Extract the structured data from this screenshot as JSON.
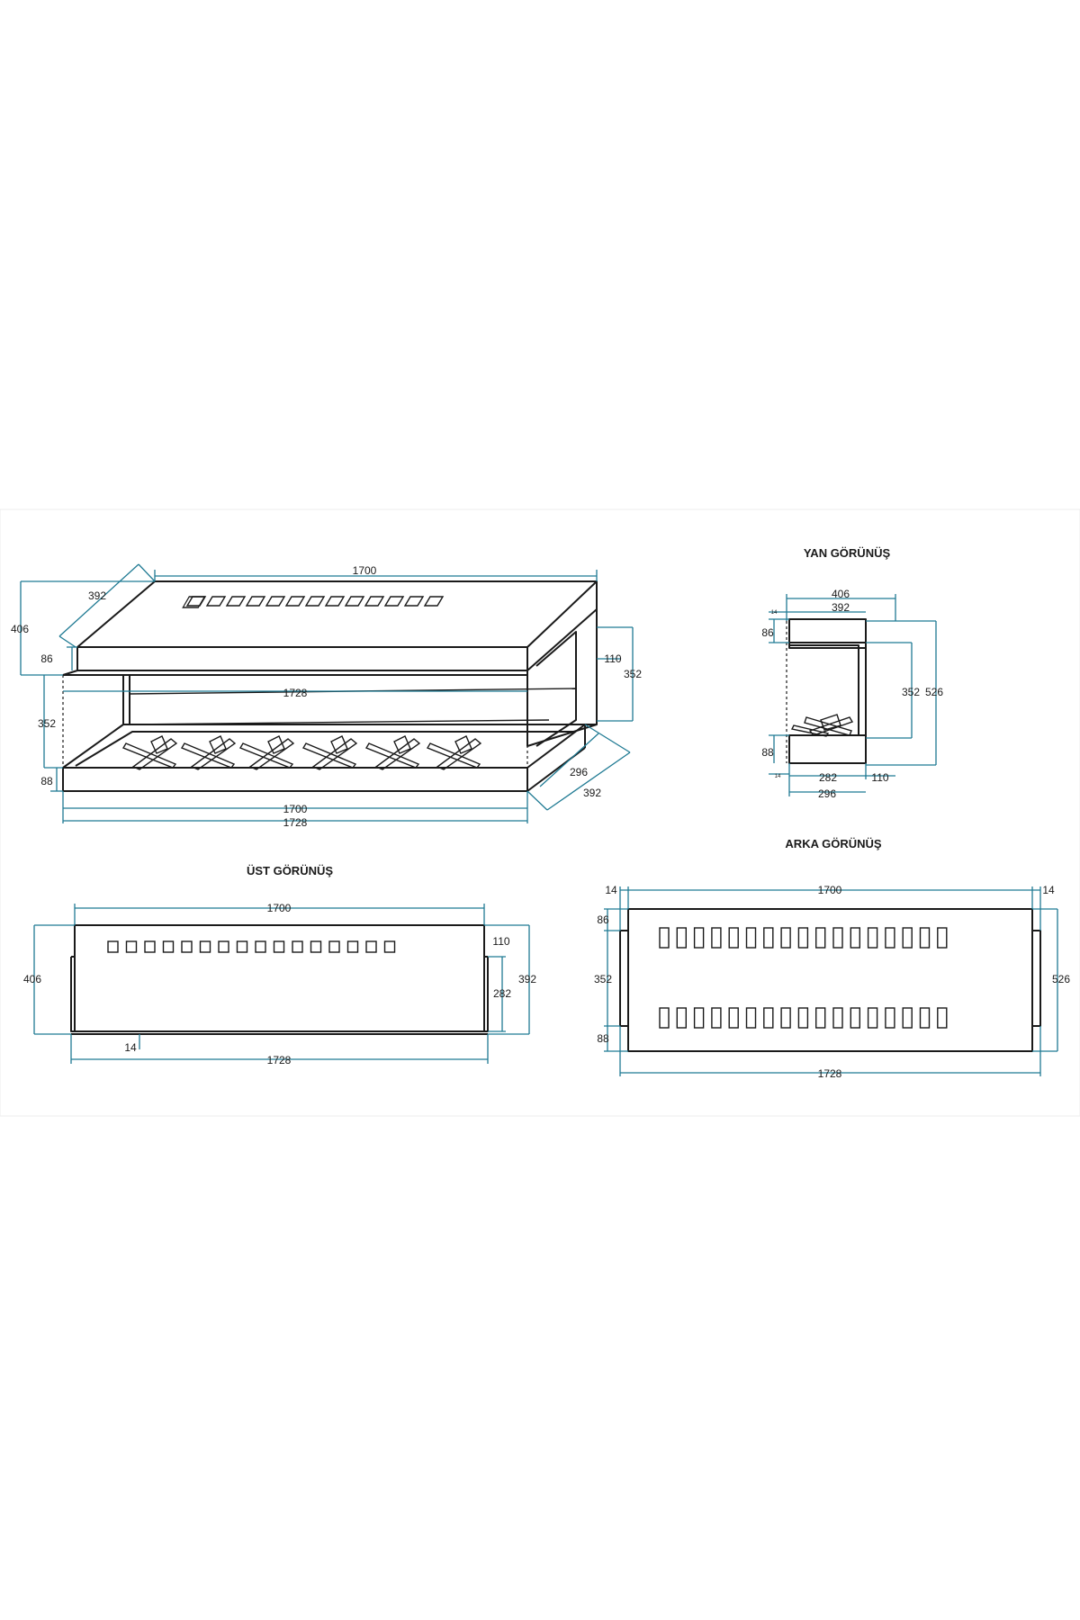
{
  "titles": {
    "side": "YAN GÖRÜNÜŞ",
    "top": "ÜST GÖRÜNÜŞ",
    "back": "ARKA  GÖRÜNÜŞ"
  },
  "iso": {
    "width_top": "1700",
    "depth_top": "392",
    "height_total": "406",
    "top_thickness": "86",
    "inner_width": "1728",
    "opening_height": "352",
    "base_thickness": "88",
    "side_frame": "110",
    "side_height": "352",
    "base_depth_inner": "296",
    "base_depth": "392",
    "base_width": "1700",
    "base_width_outer": "1728"
  },
  "side": {
    "depth_outer": "406",
    "depth": "392",
    "lip_top": "14",
    "top_thickness": "86",
    "opening": "352",
    "height": "526",
    "base_thickness": "88",
    "lip_bottom": "14",
    "inner_depth": "282",
    "frame": "110",
    "base_depth": "296"
  },
  "top": {
    "width": "1700",
    "frame": "110",
    "outer_depth": "406",
    "depth": "392",
    "inner_depth": "282",
    "lip": "14",
    "outer_width": "1728"
  },
  "back": {
    "lip_left": "14",
    "width": "1700",
    "lip_right": "14",
    "top_thickness": "86",
    "opening": "352",
    "base_thickness": "88",
    "height": "526",
    "outer_width": "1728"
  },
  "colors": {
    "line": "#1a1a1a",
    "dimension": "#1f7a93"
  }
}
